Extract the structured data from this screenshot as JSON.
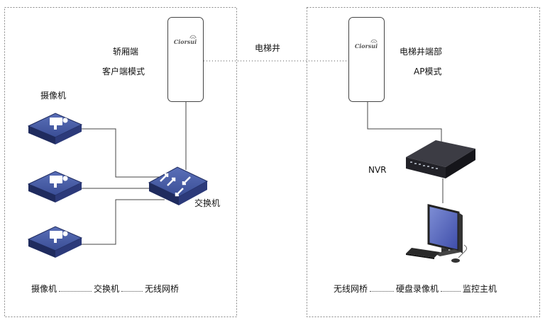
{
  "left_site": {
    "bridge_label_line1": "轿厢端",
    "bridge_label_line2": "客户端模式",
    "camera_group_label": "摄像机",
    "switch_label": "交换机",
    "footer": [
      "摄像机",
      "交换机",
      "无线网桥"
    ]
  },
  "link_label": "电梯井",
  "right_site": {
    "bridge_label_line1": "电梯井端部",
    "bridge_label_line2": "AP模式",
    "nvr_label": "NVR",
    "footer": [
      "无线网桥",
      "硬盘录像机",
      "监控主机"
    ]
  },
  "brand_logo": "Ciorsui",
  "colors": {
    "device_blue": "#3a4e96",
    "device_blue_dark": "#1f2b5e",
    "line": "#444444",
    "frame": "#888888"
  }
}
